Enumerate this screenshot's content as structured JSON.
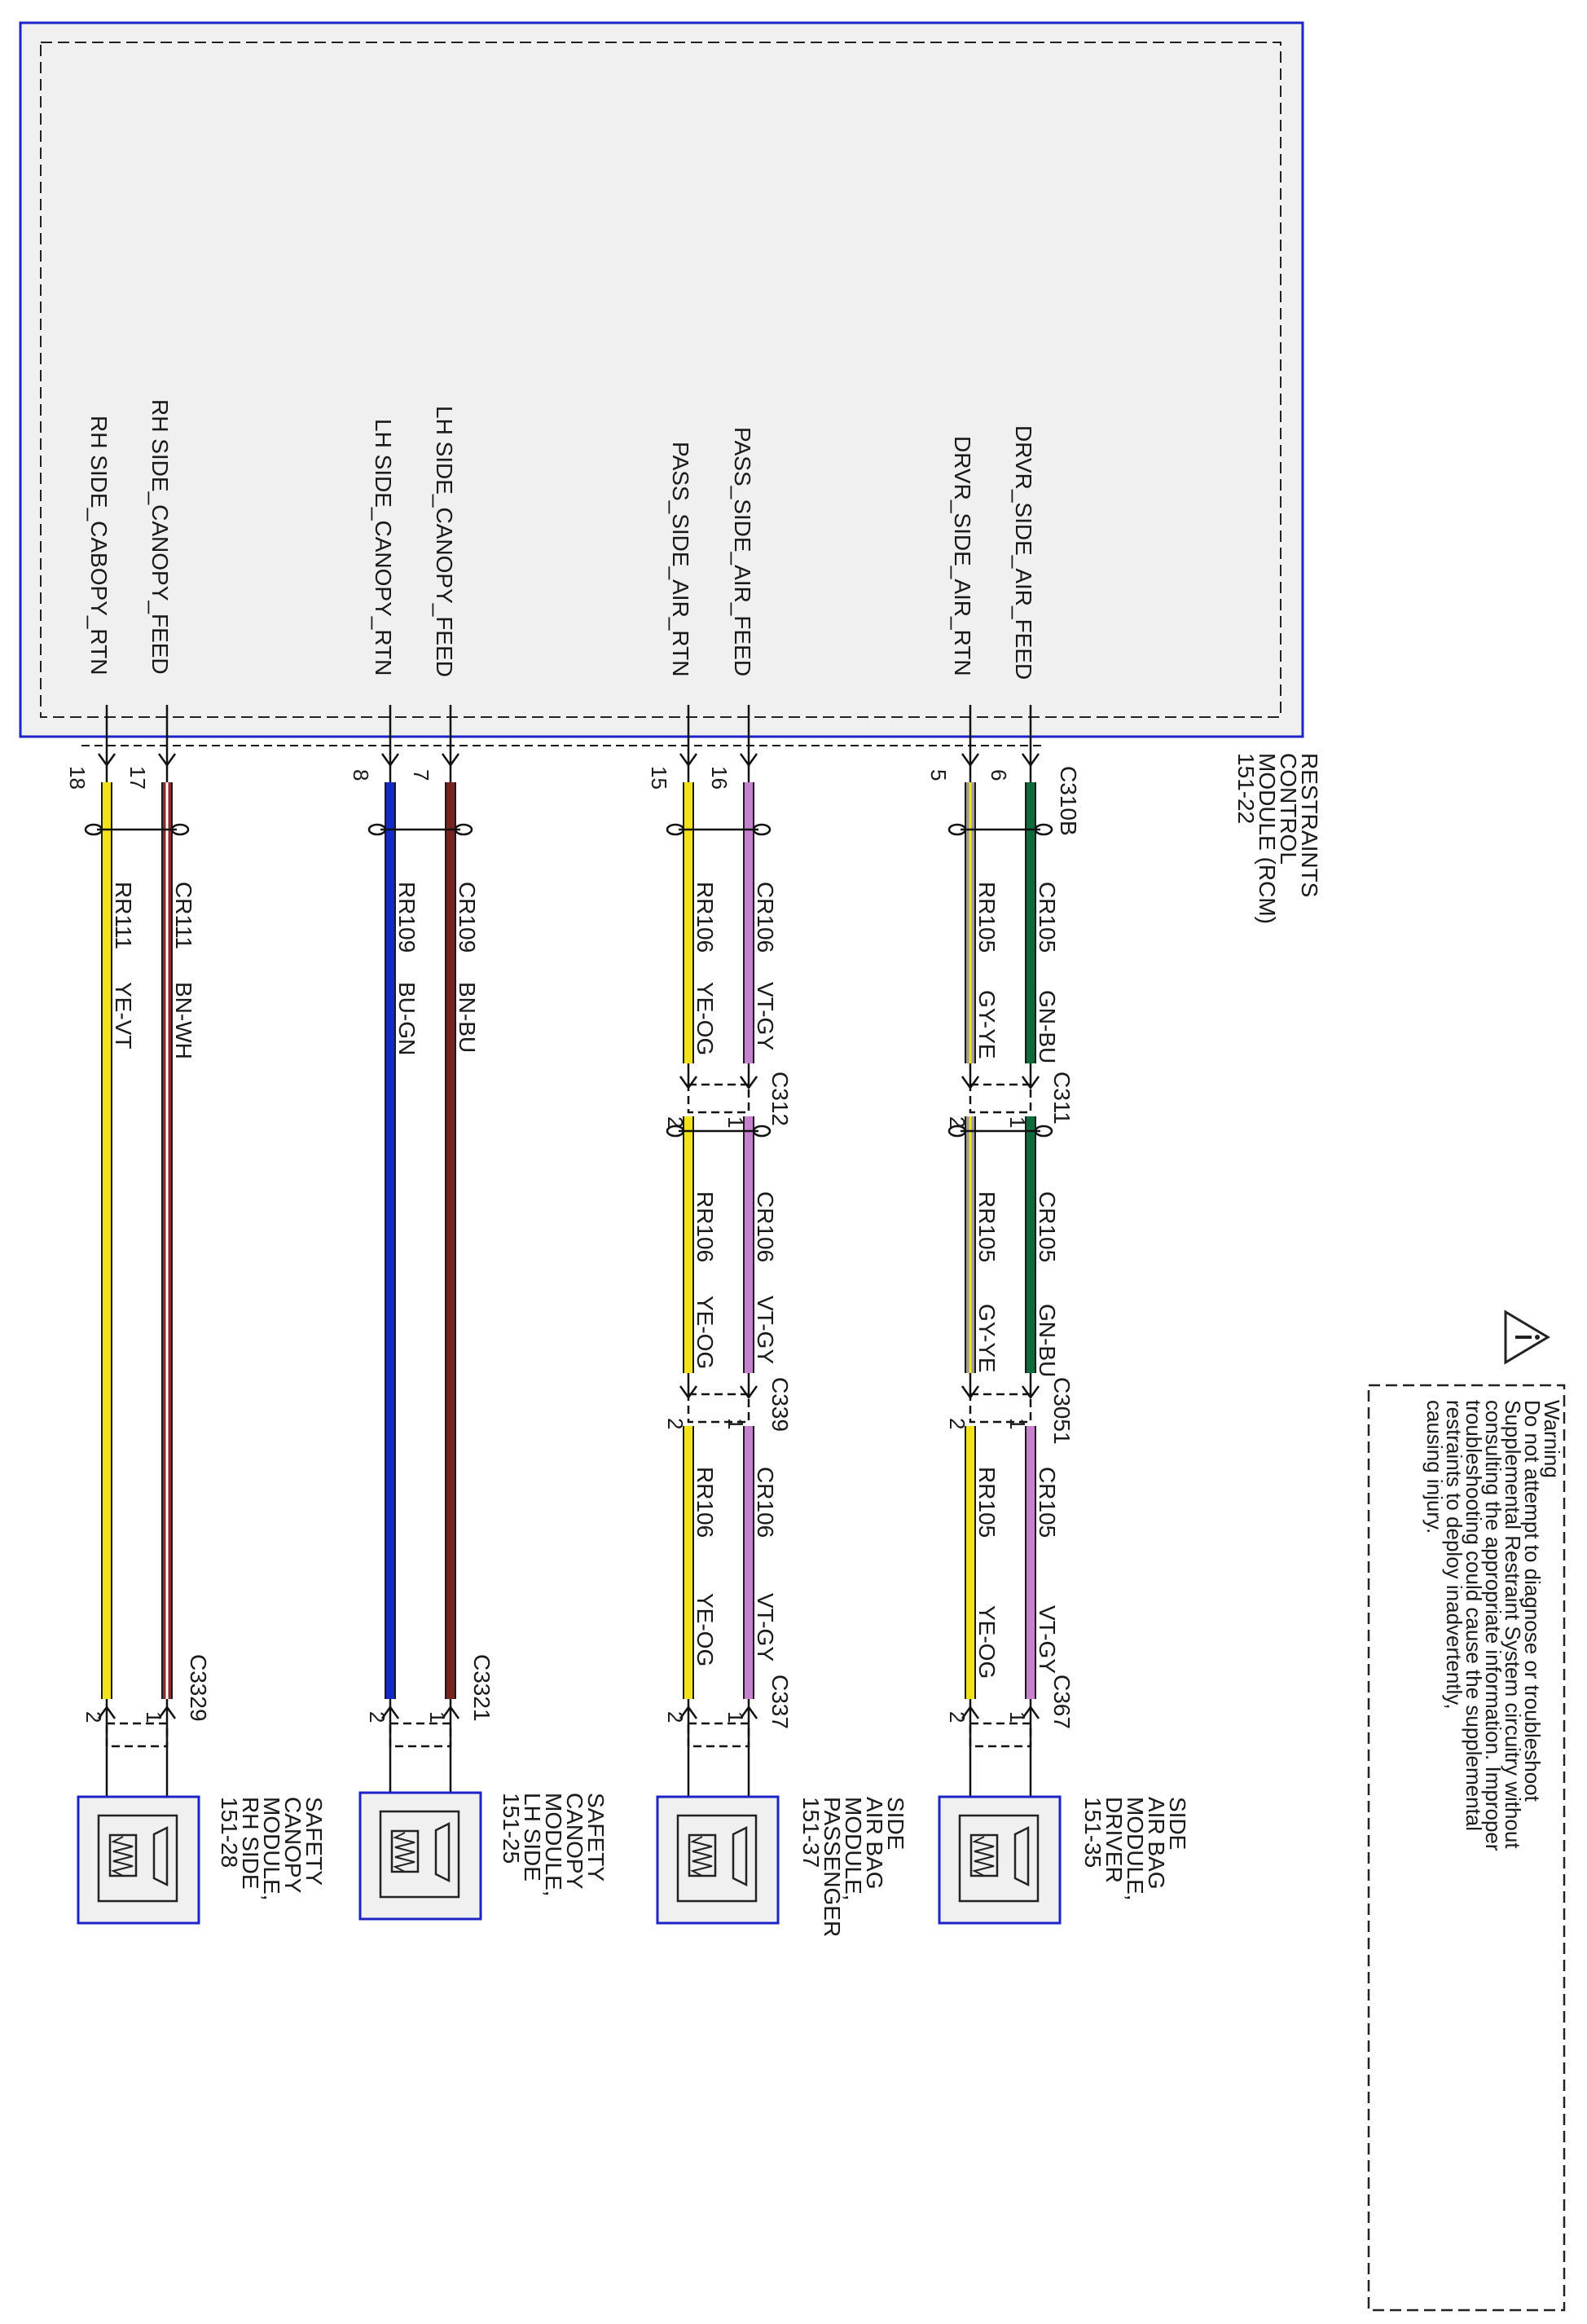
{
  "rcm": {
    "name_lines": [
      "RESTRAINTS",
      "CONTROL",
      "MODULE (RCM)",
      "151-22"
    ],
    "connector": "C310B",
    "signals": [
      {
        "key": "drvr-side-air-feed",
        "text": "DRVR_SIDE_AIR_FEED",
        "pin": "6"
      },
      {
        "key": "drvr-side-air-rtn",
        "text": "DRVR_SIDE_AIR_RTN",
        "pin": "5"
      },
      {
        "key": "pass-side-air-feed",
        "text": "PASS_SIDE_AIR_FEED",
        "pin": "16"
      },
      {
        "key": "pass-side-air-rtn",
        "text": "PASS_SIDE_AIR_RTN",
        "pin": "15"
      },
      {
        "key": "lh-side-canopy-feed",
        "text": "LH SIDE_CANOPY_FEED",
        "pin": "7"
      },
      {
        "key": "lh-side-canopy-rtn",
        "text": "LH SIDE_CANOPY_RTN",
        "pin": "8"
      },
      {
        "key": "rh-side-canopy-feed",
        "text": "RH SIDE_CANOPY_FEED",
        "pin": "17"
      },
      {
        "key": "rh-side-cabopy-rtn",
        "text": "RH SIDE_CABOPY_RTN",
        "pin": "18"
      }
    ]
  },
  "circuits": [
    {
      "segments": [
        {
          "feed_circuit": "CR105",
          "feed_color": "GN-BU",
          "rtn_circuit": "RR105",
          "rtn_color": "GY-YE"
        },
        {
          "feed_circuit": "CR105",
          "feed_color": "GN-BU",
          "rtn_circuit": "RR105",
          "rtn_color": "GY-YE"
        },
        {
          "feed_circuit": "CR105",
          "feed_color": "VT-GY",
          "rtn_circuit": "RR105",
          "rtn_color": "YE-OG"
        }
      ],
      "inline_connectors": [
        {
          "name": "C311",
          "pin_feed": "1",
          "pin_rtn": "2"
        },
        {
          "name": "C3051",
          "pin_feed": "1",
          "pin_rtn": "2"
        }
      ],
      "end_connector": {
        "name": "C367",
        "pin_feed": "1",
        "pin_rtn": "2"
      },
      "module_lines": [
        "SIDE",
        "AIR BAG",
        "MODULE,",
        "DRIVER",
        "151-35"
      ]
    },
    {
      "segments": [
        {
          "feed_circuit": "CR106",
          "feed_color": "VT-GY",
          "rtn_circuit": "RR106",
          "rtn_color": "YE-OG"
        },
        {
          "feed_circuit": "CR106",
          "feed_color": "VT-GY",
          "rtn_circuit": "RR106",
          "rtn_color": "YE-OG"
        },
        {
          "feed_circuit": "CR106",
          "feed_color": "VT-GY",
          "rtn_circuit": "RR106",
          "rtn_color": "YE-OG"
        }
      ],
      "inline_connectors": [
        {
          "name": "C312",
          "pin_feed": "1",
          "pin_rtn": "2"
        },
        {
          "name": "C339",
          "pin_feed": "1",
          "pin_rtn": "2"
        }
      ],
      "end_connector": {
        "name": "C337",
        "pin_feed": "1",
        "pin_rtn": "2"
      },
      "module_lines": [
        "SIDE",
        "AIR BAG",
        "MODULE,",
        "PASSENGER",
        "151-37"
      ]
    },
    {
      "segments": [
        {
          "feed_circuit": "CR109",
          "feed_color": "BN-BU",
          "rtn_circuit": "RR109",
          "rtn_color": "BU-GN"
        }
      ],
      "inline_connectors": [],
      "end_connector": {
        "name": "C3321",
        "pin_feed": "1",
        "pin_rtn": "2"
      },
      "module_lines": [
        "SAFETY",
        "CANOPY",
        "MODULE,",
        "LH SIDE",
        "151-25"
      ]
    },
    {
      "segments": [
        {
          "feed_circuit": "CR111",
          "feed_color": "BN-WH",
          "rtn_circuit": "RR111",
          "rtn_color": "YE-VT"
        }
      ],
      "inline_connectors": [],
      "end_connector": {
        "name": "C3329",
        "pin_feed": "1",
        "pin_rtn": "2"
      },
      "module_lines": [
        "SAFETY",
        "CANOPY",
        "MODULE,",
        "RH SIDE",
        "151-28"
      ]
    }
  ],
  "warning": {
    "title": "Warning",
    "lines": [
      "Do not attempt to diagnose or troubleshoot",
      "Supplemental Restraint System circuitry without",
      "consulting the appropriate information. Improper",
      "troubleshooting could cause the supplemental",
      "restraints to deploy inadvertently,",
      "causing injury."
    ]
  },
  "wire_colors": {
    "GN-BU": [
      "#0c6b3a",
      "#0c6b3a"
    ],
    "GY-YE": [
      "#9a9a9a",
      "#f1e21b"
    ],
    "VT-GY": [
      "#c77fce",
      "#c77fce"
    ],
    "YE-OG": [
      "#f2e21a",
      "#f2e21a"
    ],
    "BN-BU": [
      "#7a2222",
      "#7a2222"
    ],
    "BU-GN": [
      "#1429c8",
      "#1429c8"
    ],
    "BN-WH": [
      "#8a2c2c",
      "#ffffff"
    ],
    "YE-VT": [
      "#f2e21a",
      "#f2e21a"
    ]
  }
}
